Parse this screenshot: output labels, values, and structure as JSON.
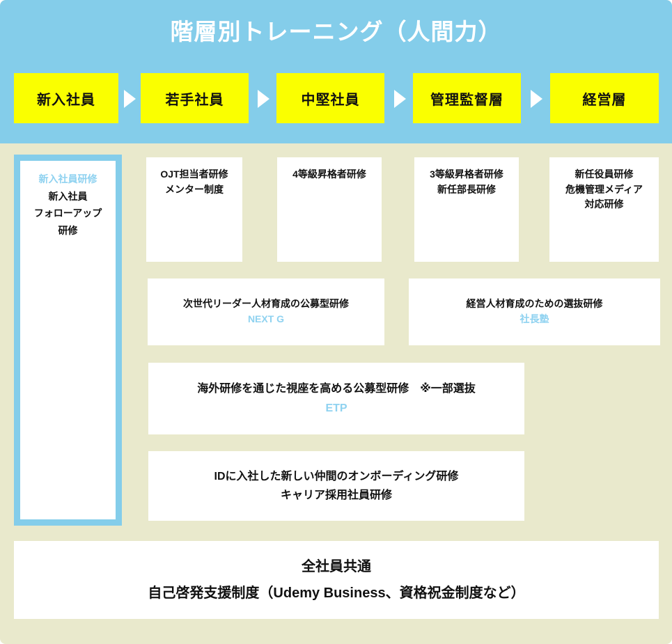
{
  "header": {
    "title": "階層別トレーニング（人間力）",
    "background_color": "#84cdea",
    "title_color": "#ffffff"
  },
  "stages": [
    {
      "label": "新入社員"
    },
    {
      "label": "若手社員"
    },
    {
      "label": "中堅社員"
    },
    {
      "label": "管理監督層"
    },
    {
      "label": "経営層"
    }
  ],
  "arrow_color": "#ffffff",
  "stage_color": "#faff00",
  "accent_color": "#8fd2f0",
  "background_color": "#e9e9cc",
  "highlight_card": {
    "lines": [
      {
        "text": "新入社員研修",
        "accent": true
      },
      {
        "text": "新入社員",
        "accent": false
      },
      {
        "text": "フォローアップ",
        "accent": false
      },
      {
        "text": "研修",
        "accent": false
      }
    ]
  },
  "row1": [
    {
      "lines": [
        {
          "text": "OJT担当者研修",
          "accent": false
        },
        {
          "text": "メンター制度",
          "accent": false
        }
      ]
    },
    {
      "lines": [
        {
          "text": "4等級昇格者研修",
          "accent": false
        }
      ]
    },
    {
      "lines": [
        {
          "text": "3等級昇格者研修",
          "accent": false
        },
        {
          "text": "新任部長研修",
          "accent": false
        }
      ]
    },
    {
      "lines": [
        {
          "text": "新任役員研修",
          "accent": false
        },
        {
          "text": "危機管理メディア",
          "accent": false
        },
        {
          "text": "対応研修",
          "accent": false
        }
      ]
    }
  ],
  "row2": [
    {
      "lines": [
        {
          "text": "次世代リーダー人材育成の公募型研修",
          "accent": false
        },
        {
          "text": "NEXT G",
          "accent": true
        }
      ]
    },
    {
      "lines": [
        {
          "text": "経営人材育成のための選抜研修",
          "accent": false
        },
        {
          "text": "社長塾",
          "accent": true
        }
      ]
    }
  ],
  "row3": {
    "lines": [
      {
        "text": "海外研修を通じた視座を高める公募型研修　※一部選抜",
        "accent": false
      },
      {
        "text": "ETP",
        "accent": true
      }
    ]
  },
  "row4": {
    "lines": [
      {
        "text": "IDに入社した新しい仲間のオンボーディング研修",
        "accent": false
      },
      {
        "text": "キャリア採用社員研修",
        "accent": false
      }
    ]
  },
  "banner": {
    "line1": "全社員共通",
    "line2": "自己啓発支援制度（Udemy Business、資格祝金制度など）"
  }
}
